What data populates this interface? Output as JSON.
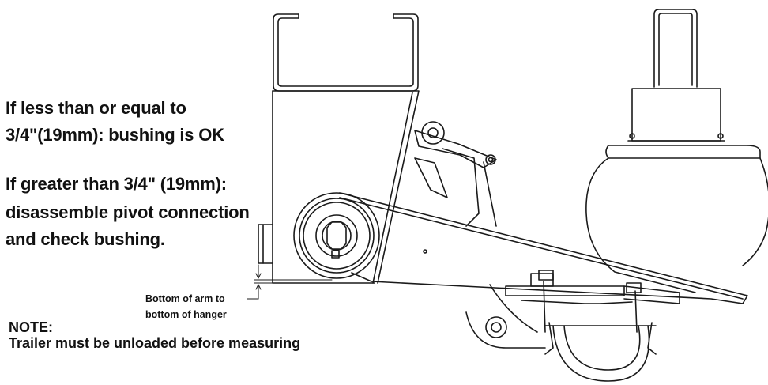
{
  "instructions": {
    "ok_condition": {
      "line1": "If less than or equal to",
      "line2": "3/4\"(19mm): bushing is OK"
    },
    "fail_condition": {
      "line1": "If greater than 3/4\" (19mm):",
      "line2": "disassemble pivot connection",
      "line3": "and check bushing."
    }
  },
  "measurement_callout": {
    "line1": "Bottom of arm to",
    "line2": "bottom of hanger"
  },
  "note": {
    "heading": "NOTE:",
    "text": "Trailer must be unloaded before measuring"
  },
  "colors": {
    "text": "#111111",
    "line": "#1a1a1a",
    "background": "#ffffff"
  }
}
